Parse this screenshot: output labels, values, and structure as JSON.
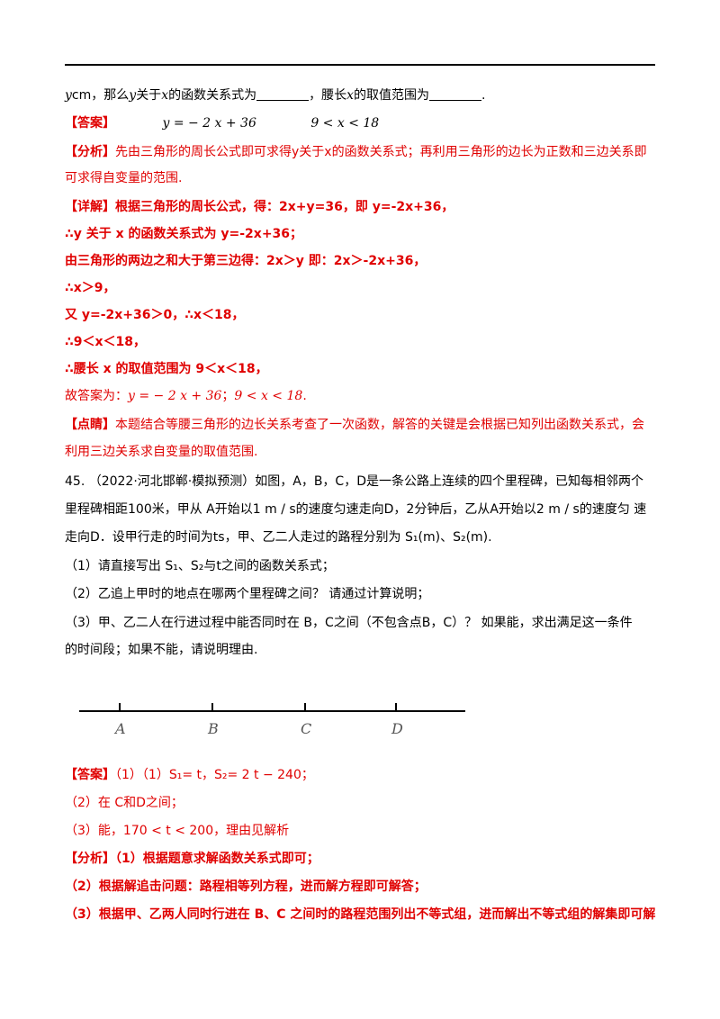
{
  "top_line": {
    "t1": "y",
    "t2": "cm，那么",
    "t3": "y",
    "t4": "关于",
    "t5": "x",
    "t6": "的函数关系式为",
    "t7": "，腰长",
    "t8": "x",
    "t9": "的取值范围为",
    "t10": "."
  },
  "answer1": {
    "label": "【答案】",
    "expr1": "y = − 2 x + 36",
    "expr2": "9 < x < 18"
  },
  "analysis1": {
    "label": "【分析】",
    "line1": "先由三角形的周长公式即可求得y关于x的函数关系式；再利用三角形的边长为正数和三边关系即",
    "line2": "可求得自变量的范围."
  },
  "detail1": {
    "label": "【详解】",
    "line1": "根据三角形的周长公式，得：2x+y=36，即 y=-2x+36，",
    "line2": "∴y 关于 x 的函数关系式为 y=-2x+36；",
    "line3": "由三角形的两边之和大于第三边得：2x＞y 即：2x＞-2x+36，",
    "line4": "∴x＞9，",
    "line5": "又 y=-2x+36＞0，∴x＜18，",
    "line6": "∴9＜x＜18，",
    "line7": "∴腰长 x 的取值范围为 9＜x＜18，",
    "line8a": "故答案为：",
    "line8b": "y = − 2 x + 36",
    "line8c": "；",
    "line8d": "9 < x < 18",
    "line8e": "."
  },
  "point1": {
    "label": "【点睛】",
    "line1": "本题结合等腰三角形的边长关系考查了一次函数，解答的关键是会根据已知列出函数关系式，会",
    "line2": "利用三边关系求自变量的取值范围."
  },
  "question45": {
    "line1": "45.  （2022·河北邯郸·模拟预测）如图，A，B，C，D是一条公路上连续的四个里程碑，已知每相邻两个",
    "line2": "里程碑相距100米，甲从  A开始以1 m / s的速度匀速走向D，2分钟后，乙从A开始以2 m / s的速度匀  速",
    "line3": "走向D．设甲行走的时间为ts，甲、乙二人走过的路程分别为  S₁(m)、S₂(m).",
    "sub1": "（1）请直接写出  S₁、S₂与t之间的函数关系式；",
    "sub2": "（2）乙追上甲时的地点在哪两个里程碑之间？ 请通过计算说明；",
    "sub3a": "（3）甲、乙二人在行进过程中能否同时在  B，C之间（不包含点B，C）？  如果能，求出满足这一条件",
    "sub3b": "的时间段；如果不能，请说明理由."
  },
  "diagram": {
    "labels": [
      "A",
      "B",
      "C",
      "D"
    ]
  },
  "answer45": {
    "label": "【答案】",
    "a1": "（1）（1）S₁= t，S₂= 2 t − 240；",
    "a2": "（2）在  C和D之间；",
    "a3": "（3）能，170 < t < 200，理由见解析"
  },
  "analysis45": {
    "label": "【分析】",
    "l1": "（1）根据题意求解函数关系式即可；",
    "l2": "（2）根据解追击问题：路程相等列方程，进而解方程即可解答；",
    "l3": "（3）根据甲、乙两人同时行进在 B、C 之间时的路程范围列出不等式组，进而解出不等式组的解集即可解"
  },
  "colors": {
    "red": "#e00000",
    "black": "#000000"
  }
}
